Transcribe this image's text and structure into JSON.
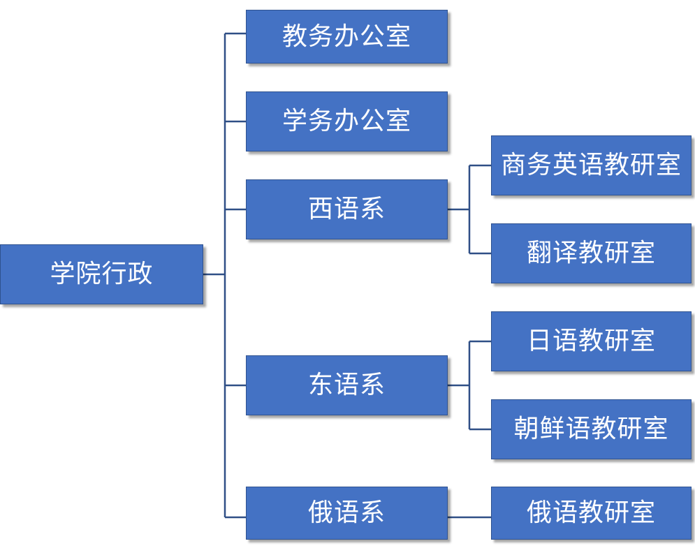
{
  "root": {
    "label": "学院行政"
  },
  "departments": [
    {
      "label": "教务办公室"
    },
    {
      "label": "学务办公室"
    },
    {
      "label": "西语系"
    },
    {
      "label": "东语系"
    },
    {
      "label": "俄语系"
    }
  ],
  "sections": [
    {
      "label": "商务英语教研室",
      "parent": "西语系"
    },
    {
      "label": "翻译教研室",
      "parent": "西语系"
    },
    {
      "label": "日语教研室",
      "parent": "东语系"
    },
    {
      "label": "朝鲜语教研室",
      "parent": "东语系"
    },
    {
      "label": "俄语教研室",
      "parent": "俄语系"
    }
  ],
  "colors": {
    "node_fill": "#4472c4",
    "node_border": "#2f528f",
    "connector": "#2f4f86",
    "text": "#ffffff"
  }
}
